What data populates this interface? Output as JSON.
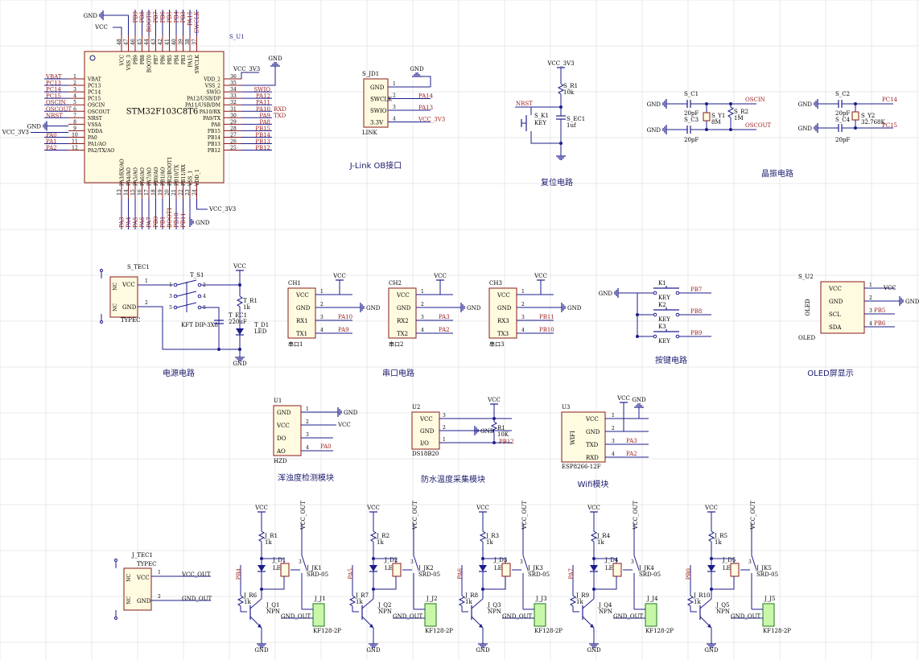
{
  "mcu": {
    "ref": "S_U1",
    "part": "STM32F103C8T6",
    "left_pins": [
      {
        "num": "1",
        "name": "VBAT",
        "net": "VBAT"
      },
      {
        "num": "2",
        "name": "PC13",
        "net": "PC13"
      },
      {
        "num": "3",
        "name": "PC14",
        "net": "PC14"
      },
      {
        "num": "4",
        "name": "PC15",
        "net": "PC15"
      },
      {
        "num": "5",
        "name": "OSCIN",
        "net": "OSCIN"
      },
      {
        "num": "6",
        "name": "OSCOUT",
        "net": "OSCOUT"
      },
      {
        "num": "7",
        "name": "NRST",
        "net": "NRST"
      },
      {
        "num": "8",
        "name": "VSSA",
        "net": "GND"
      },
      {
        "num": "9",
        "name": "VDDA",
        "net": "VCC_3V3"
      },
      {
        "num": "10",
        "name": "PA0",
        "net": "PA0"
      },
      {
        "num": "11",
        "name": "PA1/AO",
        "net": "PA1"
      },
      {
        "num": "12",
        "name": "PA2/TX/AO",
        "net": "PA2"
      }
    ],
    "right_pins": [
      {
        "num": "36",
        "name": "VDD_2",
        "net": ""
      },
      {
        "num": "35",
        "name": "VSS_2",
        "net": ""
      },
      {
        "num": "34",
        "name": "SWIO",
        "net": "SWIO"
      },
      {
        "num": "33",
        "name": "PA12/USB/DP",
        "net": "PA12"
      },
      {
        "num": "32",
        "name": "PA11/USB/DM",
        "net": "PA11"
      },
      {
        "num": "31",
        "name": "PA10/RX",
        "net": "PA10"
      },
      {
        "num": "30",
        "name": "PA9/TX",
        "net": "PA9"
      },
      {
        "num": "29",
        "name": "PA8",
        "net": "PA8"
      },
      {
        "num": "28",
        "name": "PB15",
        "net": "PB15"
      },
      {
        "num": "27",
        "name": "PB14",
        "net": "PB14"
      },
      {
        "num": "26",
        "name": "PB13",
        "net": "PB13"
      },
      {
        "num": "25",
        "name": "PB12",
        "net": "PB12"
      }
    ],
    "right_extra": {
      "rxd": "RXD",
      "txd": "TXD",
      "vcc": "VCC_3V3",
      "gnd": "GND"
    },
    "top_pins": [
      {
        "num": "48",
        "name": "VCC",
        "net": ""
      },
      {
        "num": "47",
        "name": "VSS_3",
        "net": ""
      },
      {
        "num": "46",
        "name": "PB9",
        "net": "PB9"
      },
      {
        "num": "45",
        "name": "PB8",
        "net": "PB8"
      },
      {
        "num": "44",
        "name": "BOOT0",
        "net": "BOOT0"
      },
      {
        "num": "43",
        "name": "PB7",
        "net": "PB7"
      },
      {
        "num": "42",
        "name": "PB6",
        "net": "PB6"
      },
      {
        "num": "41",
        "name": "PB5",
        "net": "PB5"
      },
      {
        "num": "40",
        "name": "PB4",
        "net": "PB4"
      },
      {
        "num": "39",
        "name": "PB3",
        "net": "PB3"
      },
      {
        "num": "38",
        "name": "PA15",
        "net": "PA15"
      },
      {
        "num": "37",
        "name": "SWCLK",
        "net": "SWCLK"
      }
    ],
    "top_extra": {
      "gnd": "GND",
      "vcc": "VCC"
    },
    "bottom_pins": [
      {
        "num": "13",
        "name": "PA3/RX/AO",
        "net": "PA3"
      },
      {
        "num": "14",
        "name": "PA4/AO",
        "net": "PA4"
      },
      {
        "num": "15",
        "name": "PA5/AO",
        "net": "PA5"
      },
      {
        "num": "16",
        "name": "PA6/AO",
        "net": "PA6"
      },
      {
        "num": "17",
        "name": "PA7/AO",
        "net": "PA7"
      },
      {
        "num": "18",
        "name": "PB0/AO",
        "net": "PB0"
      },
      {
        "num": "19",
        "name": "PB1/AO",
        "net": "PB1"
      },
      {
        "num": "20",
        "name": "PB2/BOOT1",
        "net": "BOOT1"
      },
      {
        "num": "21",
        "name": "PB10/TX",
        "net": "PB10"
      },
      {
        "num": "22",
        "name": "PB11/RX",
        "net": "PB11"
      },
      {
        "num": "23",
        "name": "VSS_1",
        "net": ""
      },
      {
        "num": "24",
        "name": "VDD_1",
        "net": ""
      }
    ],
    "bottom_extra": {
      "vcc": "VCC_3V3",
      "gnd": "GND"
    },
    "left_extra": {
      "vcc": "VCC_3V3",
      "gnd": "GND"
    }
  },
  "jlink": {
    "ref": "S_JD1",
    "part": "LINK",
    "title": "J-Link OB接口",
    "pins": [
      {
        "num": "1",
        "name": "GND",
        "net": ""
      },
      {
        "num": "2",
        "name": "SWCLK",
        "net": "PA14"
      },
      {
        "num": "3",
        "name": "SWIO",
        "net": "PA13"
      },
      {
        "num": "4",
        "name": "3.3V",
        "net": "VCC_3V3"
      }
    ],
    "gnd": "GND"
  },
  "reset": {
    "title": "复位电路",
    "vcc": "VCC_3V3",
    "r_ref": "S_R1",
    "r_val": "10k",
    "k_ref": "S_K1",
    "k_val": "KEY",
    "c_ref": "S_EC1",
    "c_val": "1uf",
    "net": "NRST"
  },
  "crystal": {
    "title": "晶振电路",
    "hse": {
      "c1": "S_C1",
      "c1v": "20pF",
      "c3": "S_C3",
      "c3v": "20pF",
      "y": "S_Y1",
      "yv": "8M",
      "r": "S_R2",
      "rv": "1M",
      "n1": "OSCIN",
      "n2": "OSCOUT",
      "gnd": "GND"
    },
    "lse": {
      "c2": "S_C2",
      "c2v": "20pF",
      "c4": "S_C4",
      "c4v": "20pF",
      "y": "S_Y2",
      "yv": "32.768K",
      "n1": "PC14",
      "n2": "PC15",
      "gnd": "GND"
    }
  },
  "power": {
    "title": "电源电路",
    "tec": {
      "ref": "S_TEC1",
      "part": "TYPEC",
      "p1": "VCC",
      "p2": "GND",
      "nc1": "NC",
      "nc2": "NC",
      "n1": "1",
      "n2": "2"
    },
    "sw": {
      "ref": "T_S1",
      "part": "KFT DIP-3X8"
    },
    "cap": {
      "ref": "T_EC1",
      "val": "220uF"
    },
    "r": {
      "ref": "T_R1",
      "val": "1k"
    },
    "led": {
      "ref": "T_D1",
      "val": "LED"
    },
    "vcc": "VCC",
    "gnd": "GND",
    "pins": [
      "1",
      "2",
      "3",
      "4",
      "5",
      "6"
    ]
  },
  "serial": {
    "title": "串口电路",
    "ports": [
      {
        "ref": "CH1",
        "part": "串口1",
        "rx": "PA10",
        "tx": "PA9"
      },
      {
        "ref": "CH2",
        "part": "串口2",
        "rx": "PA3",
        "tx": "PA2"
      },
      {
        "ref": "CH3",
        "part": "串口3",
        "rx": "PB11",
        "tx": "PB10"
      }
    ],
    "pins": [
      "VCC",
      "GND",
      "RX1",
      "TX1"
    ],
    "pins2": [
      "VCC",
      "GND",
      "RX2",
      "TX2"
    ],
    "pins3": [
      "VCC",
      "GND",
      "RX3",
      "TX3"
    ],
    "vcc": "VCC",
    "gnd": "GND"
  },
  "keys": {
    "title": "按键电路",
    "gnd": "GND",
    "items": [
      {
        "ref": "K1",
        "val": "KEY",
        "net": "PB7"
      },
      {
        "ref": "K2",
        "val": "KEY",
        "net": "PB8"
      },
      {
        "ref": "K3",
        "val": "KEY",
        "net": "PB9"
      }
    ]
  },
  "oled": {
    "title": "OLED屏显示",
    "ref": "S_U2",
    "part": "OLED",
    "label": "OLED",
    "pins": [
      {
        "name": "VCC",
        "net": "VCC"
      },
      {
        "name": "GND",
        "net": "GND"
      },
      {
        "name": "SCL",
        "net": "PB5"
      },
      {
        "name": "SDA",
        "net": "PB6"
      }
    ]
  },
  "turbidity": {
    "title": "浑浊度检测模块",
    "ref": "U1",
    "part": "HZD",
    "pins": [
      {
        "name": "GND",
        "net": "GND"
      },
      {
        "name": "VCC",
        "net": "VCC"
      },
      {
        "name": "DO",
        "net": ""
      },
      {
        "name": "AO",
        "net": "PA0"
      }
    ]
  },
  "temp": {
    "title": "防水温度采集模块",
    "ref": "U2",
    "part": "DS18B20",
    "r_ref": "R1",
    "r_val": "10K",
    "vcc": "VCC",
    "gnd": "GND",
    "net": "PB12",
    "pins": [
      {
        "name": "VCC",
        "num": "3"
      },
      {
        "name": "GND",
        "num": "2"
      },
      {
        "name": "I/O",
        "num": "1"
      }
    ]
  },
  "wifi": {
    "title": "Wifi模块",
    "ref": "U3",
    "part": "ESP8266-12F",
    "label": "WIFI",
    "gnd": "GND",
    "vcc": "VCC",
    "pins": [
      {
        "name": "VCC",
        "num": "1",
        "net": ""
      },
      {
        "name": "GND",
        "num": "2",
        "net": ""
      },
      {
        "name": "TXD",
        "num": "3",
        "net": "PA3"
      },
      {
        "name": "RXD",
        "num": "4",
        "net": "PA2"
      }
    ]
  },
  "relay_power": {
    "ref": "J_TEC1",
    "part": "TYPEC",
    "p1": "VCC",
    "p2": "GND",
    "net1": "VCC_OUT",
    "net2": "GND_OUT"
  },
  "relays": {
    "vcc": "VCC",
    "gnd": "GND",
    "vcc_out": "VCC_OUT",
    "gnd_out": "GND_OUT",
    "npn": "NPN",
    "led": "LED",
    "relay_part": "SRD-05",
    "term_part": "KF128-2P",
    "r_led_val": "1k",
    "r_base_val": "1k",
    "items": [
      {
        "net": "PB4",
        "r1": "J_R1",
        "d": "J_D1",
        "jk": "J_JK1",
        "r2": "J_R6",
        "q": "J_Q1",
        "j": "J_J1"
      },
      {
        "net": "PA5",
        "r1": "J_R2",
        "d": "J_D2",
        "jk": "J_JK2",
        "r2": "J_R7",
        "q": "J_Q2",
        "j": "J_J2"
      },
      {
        "net": "PA6",
        "r1": "J_R3",
        "d": "J_D3",
        "jk": "J_JK3",
        "r2": "J_R8",
        "q": "J_Q3",
        "j": "J_J3"
      },
      {
        "net": "PA7",
        "r1": "J_R4",
        "d": "J_D4",
        "jk": "J_JK4",
        "r2": "J_R9",
        "q": "J_Q4",
        "j": "J_J4"
      },
      {
        "net": "PB0",
        "r1": "J_R5",
        "d": "J_D5",
        "jk": "J_JK5",
        "r2": "J_R10",
        "q": "J_Q5",
        "j": "J_J5"
      }
    ]
  }
}
